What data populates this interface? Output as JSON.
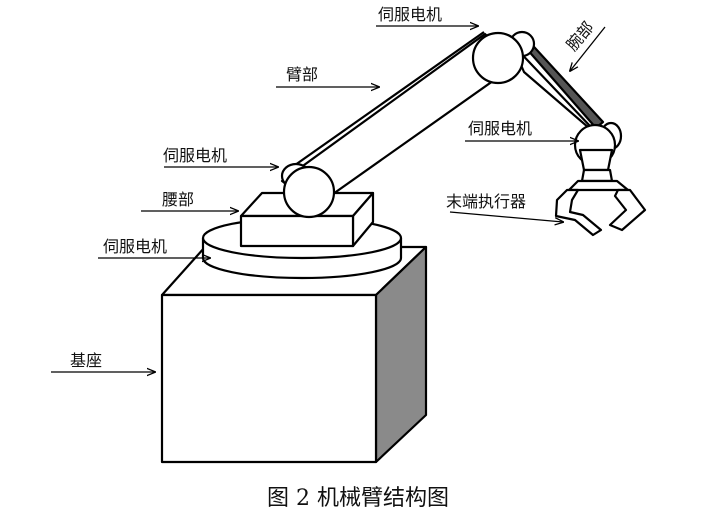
{
  "labels": {
    "servo_top": "伺服电机",
    "arm": "臂部",
    "wrist": "腕部",
    "servo_right": "伺服电机",
    "servo_left": "伺服电机",
    "end_effector": "末端执行器",
    "waist": "腰部",
    "servo_base": "伺服电机",
    "base": "基座"
  },
  "caption": "图 2 机械臂结构图"
}
